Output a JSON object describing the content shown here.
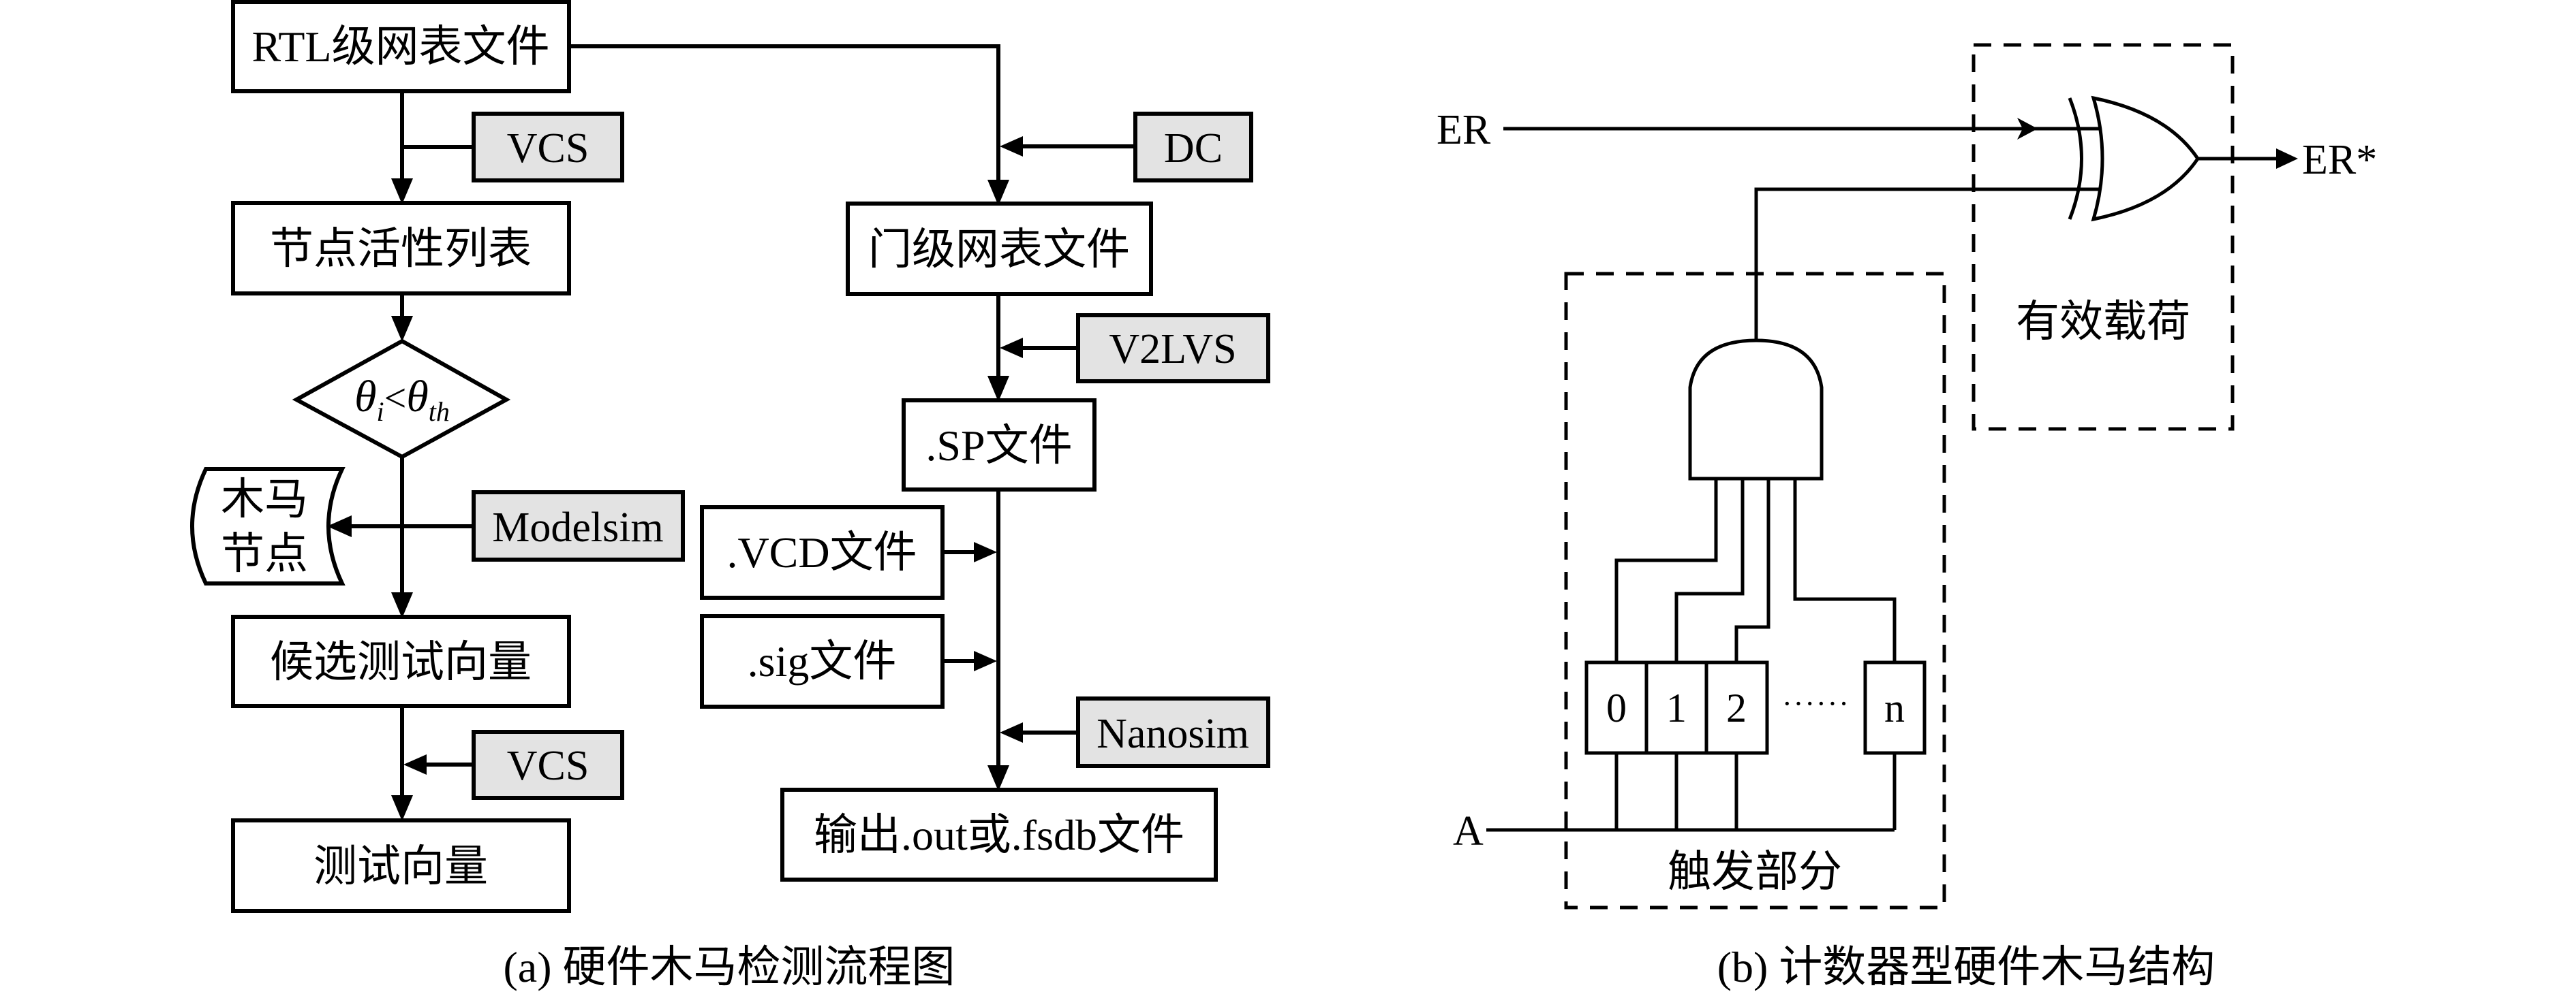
{
  "figure_a": {
    "caption": "(a) 硬件木马检测流程图",
    "nodes": {
      "rtl_netlist": "RTL级网表文件",
      "node_activity_list": "节点活性列表",
      "condition_theta_i": "θ",
      "condition_sub_i": "i",
      "condition_op": "<",
      "condition_theta_th": "θ",
      "condition_sub_th": "th",
      "trojan_nodes_line1": "木马",
      "trojan_nodes_line2": "节点",
      "candidate_vectors": "候选测试向量",
      "test_vectors": "测试向量",
      "gate_netlist": "门级网表文件",
      "sp_file": ".SP文件",
      "vcd_file": ".VCD文件",
      "sig_file": ".sig文件",
      "output_file": "输出.out或.fsdb文件"
    },
    "tools": {
      "vcs_1": "VCS",
      "modelsim": "Modelsim",
      "vcs_2": "VCS",
      "dc": "DC",
      "v2lvs": "V2LVS",
      "nanosim": "Nanosim"
    }
  },
  "figure_b": {
    "caption": "(b) 计数器型硬件木马结构",
    "signals": {
      "input_er": "ER",
      "output_er": "ER*",
      "input_a": "A"
    },
    "regions": {
      "payload": "有效载荷",
      "trigger": "触发部分"
    },
    "counter_cells": [
      "0",
      "1",
      "2",
      "n"
    ],
    "ellipsis": "······"
  },
  "colors": {
    "tool_box_fill": "#e3e3e3",
    "stroke": "#000000",
    "background": "#ffffff"
  }
}
